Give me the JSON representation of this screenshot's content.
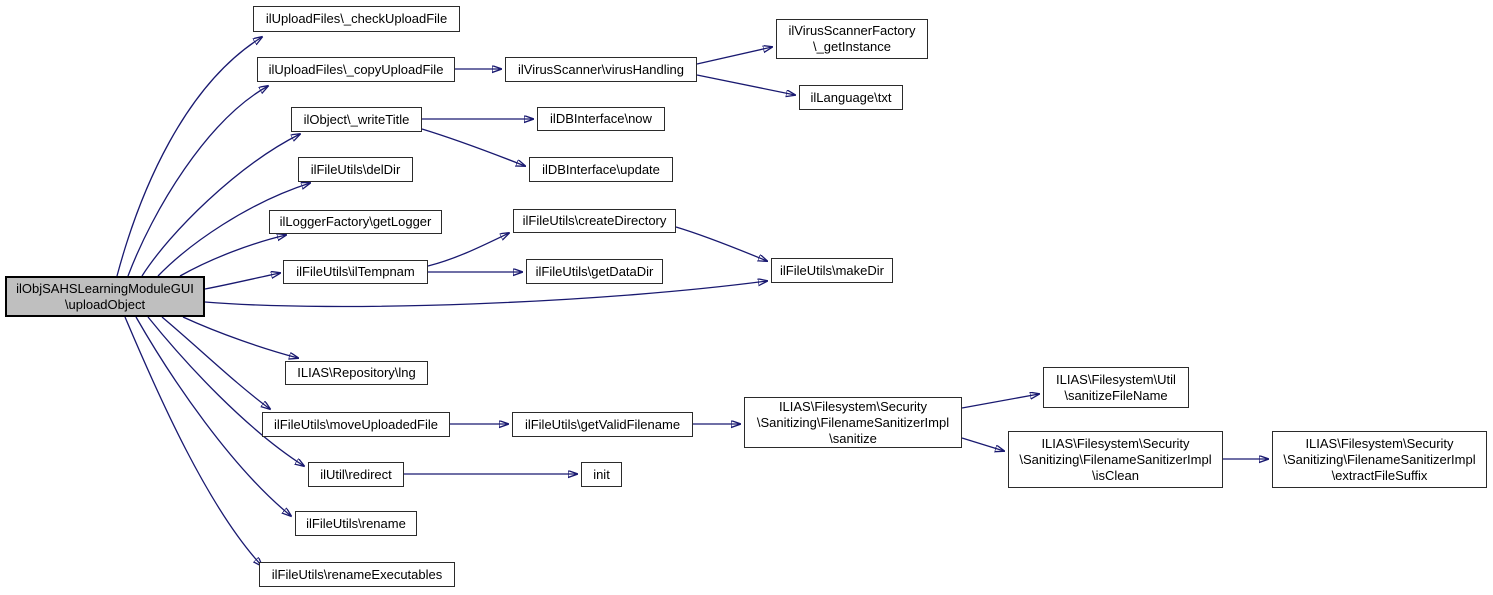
{
  "diagram": {
    "kind": "call-graph",
    "root_function": "ilObjSAHSLearningModuleGUI\\uploadObject"
  },
  "colors": {
    "edge_color": "#191970",
    "node_border": "#2b2b2b",
    "node_fill": "#ffffff",
    "root_fill": "#bfbfbf",
    "root_border": "#000000",
    "text_color": "#000000",
    "bg_color": "#ffffff"
  },
  "nodes": {
    "upload_object": {
      "label": "ilObjSAHSLearningModuleGUI\n\\uploadObject"
    },
    "check_upload_file": {
      "label": "ilUploadFiles\\_checkUploadFile"
    },
    "copy_upload_file": {
      "label": "ilUploadFiles\\_copyUploadFile"
    },
    "write_title": {
      "label": "ilObject\\_writeTitle"
    },
    "del_dir": {
      "label": "ilFileUtils\\delDir"
    },
    "get_logger": {
      "label": "ilLoggerFactory\\getLogger"
    },
    "il_tempnam": {
      "label": "ilFileUtils\\ilTempnam"
    },
    "lng": {
      "label": "ILIAS\\Repository\\lng"
    },
    "move_uploaded_file": {
      "label": "ilFileUtils\\moveUploadedFile"
    },
    "redirect": {
      "label": "ilUtil\\redirect"
    },
    "rename": {
      "label": "ilFileUtils\\rename"
    },
    "rename_executables": {
      "label": "ilFileUtils\\renameExecutables"
    },
    "virus_handling": {
      "label": "ilVirusScanner\\virusHandling"
    },
    "get_instance": {
      "label": "ilVirusScannerFactory\n\\_getInstance"
    },
    "txt": {
      "label": "ilLanguage\\txt"
    },
    "db_now": {
      "label": "ilDBInterface\\now"
    },
    "db_update": {
      "label": "ilDBInterface\\update"
    },
    "create_directory": {
      "label": "ilFileUtils\\createDirectory"
    },
    "get_data_dir": {
      "label": "ilFileUtils\\getDataDir"
    },
    "make_dir": {
      "label": "ilFileUtils\\makeDir"
    },
    "get_valid_filename": {
      "label": "ilFileUtils\\getValidFilename"
    },
    "init": {
      "label": "init"
    },
    "sanitize": {
      "label": "ILIAS\\Filesystem\\Security\n\\Sanitizing\\FilenameSanitizerImpl\n\\sanitize"
    },
    "sanitize_file_name": {
      "label": "ILIAS\\Filesystem\\Util\n\\sanitizeFileName"
    },
    "is_clean": {
      "label": "ILIAS\\Filesystem\\Security\n\\Sanitizing\\FilenameSanitizerImpl\n\\isClean"
    },
    "extract_file_suffix": {
      "label": "ILIAS\\Filesystem\\Security\n\\Sanitizing\\FilenameSanitizerImpl\n\\extractFileSuffix"
    }
  },
  "edges": [
    {
      "from": "upload_object",
      "to": "check_upload_file"
    },
    {
      "from": "upload_object",
      "to": "copy_upload_file"
    },
    {
      "from": "upload_object",
      "to": "write_title"
    },
    {
      "from": "upload_object",
      "to": "del_dir"
    },
    {
      "from": "upload_object",
      "to": "get_logger"
    },
    {
      "from": "upload_object",
      "to": "il_tempnam"
    },
    {
      "from": "upload_object",
      "to": "make_dir"
    },
    {
      "from": "upload_object",
      "to": "lng"
    },
    {
      "from": "upload_object",
      "to": "move_uploaded_file"
    },
    {
      "from": "upload_object",
      "to": "redirect"
    },
    {
      "from": "upload_object",
      "to": "rename"
    },
    {
      "from": "upload_object",
      "to": "rename_executables"
    },
    {
      "from": "copy_upload_file",
      "to": "virus_handling"
    },
    {
      "from": "virus_handling",
      "to": "get_instance"
    },
    {
      "from": "virus_handling",
      "to": "txt"
    },
    {
      "from": "write_title",
      "to": "db_now"
    },
    {
      "from": "write_title",
      "to": "db_update"
    },
    {
      "from": "il_tempnam",
      "to": "create_directory"
    },
    {
      "from": "il_tempnam",
      "to": "get_data_dir"
    },
    {
      "from": "create_directory",
      "to": "make_dir"
    },
    {
      "from": "move_uploaded_file",
      "to": "get_valid_filename"
    },
    {
      "from": "get_valid_filename",
      "to": "sanitize"
    },
    {
      "from": "redirect",
      "to": "init"
    },
    {
      "from": "sanitize",
      "to": "sanitize_file_name"
    },
    {
      "from": "sanitize",
      "to": "is_clean"
    },
    {
      "from": "is_clean",
      "to": "extract_file_suffix"
    }
  ]
}
